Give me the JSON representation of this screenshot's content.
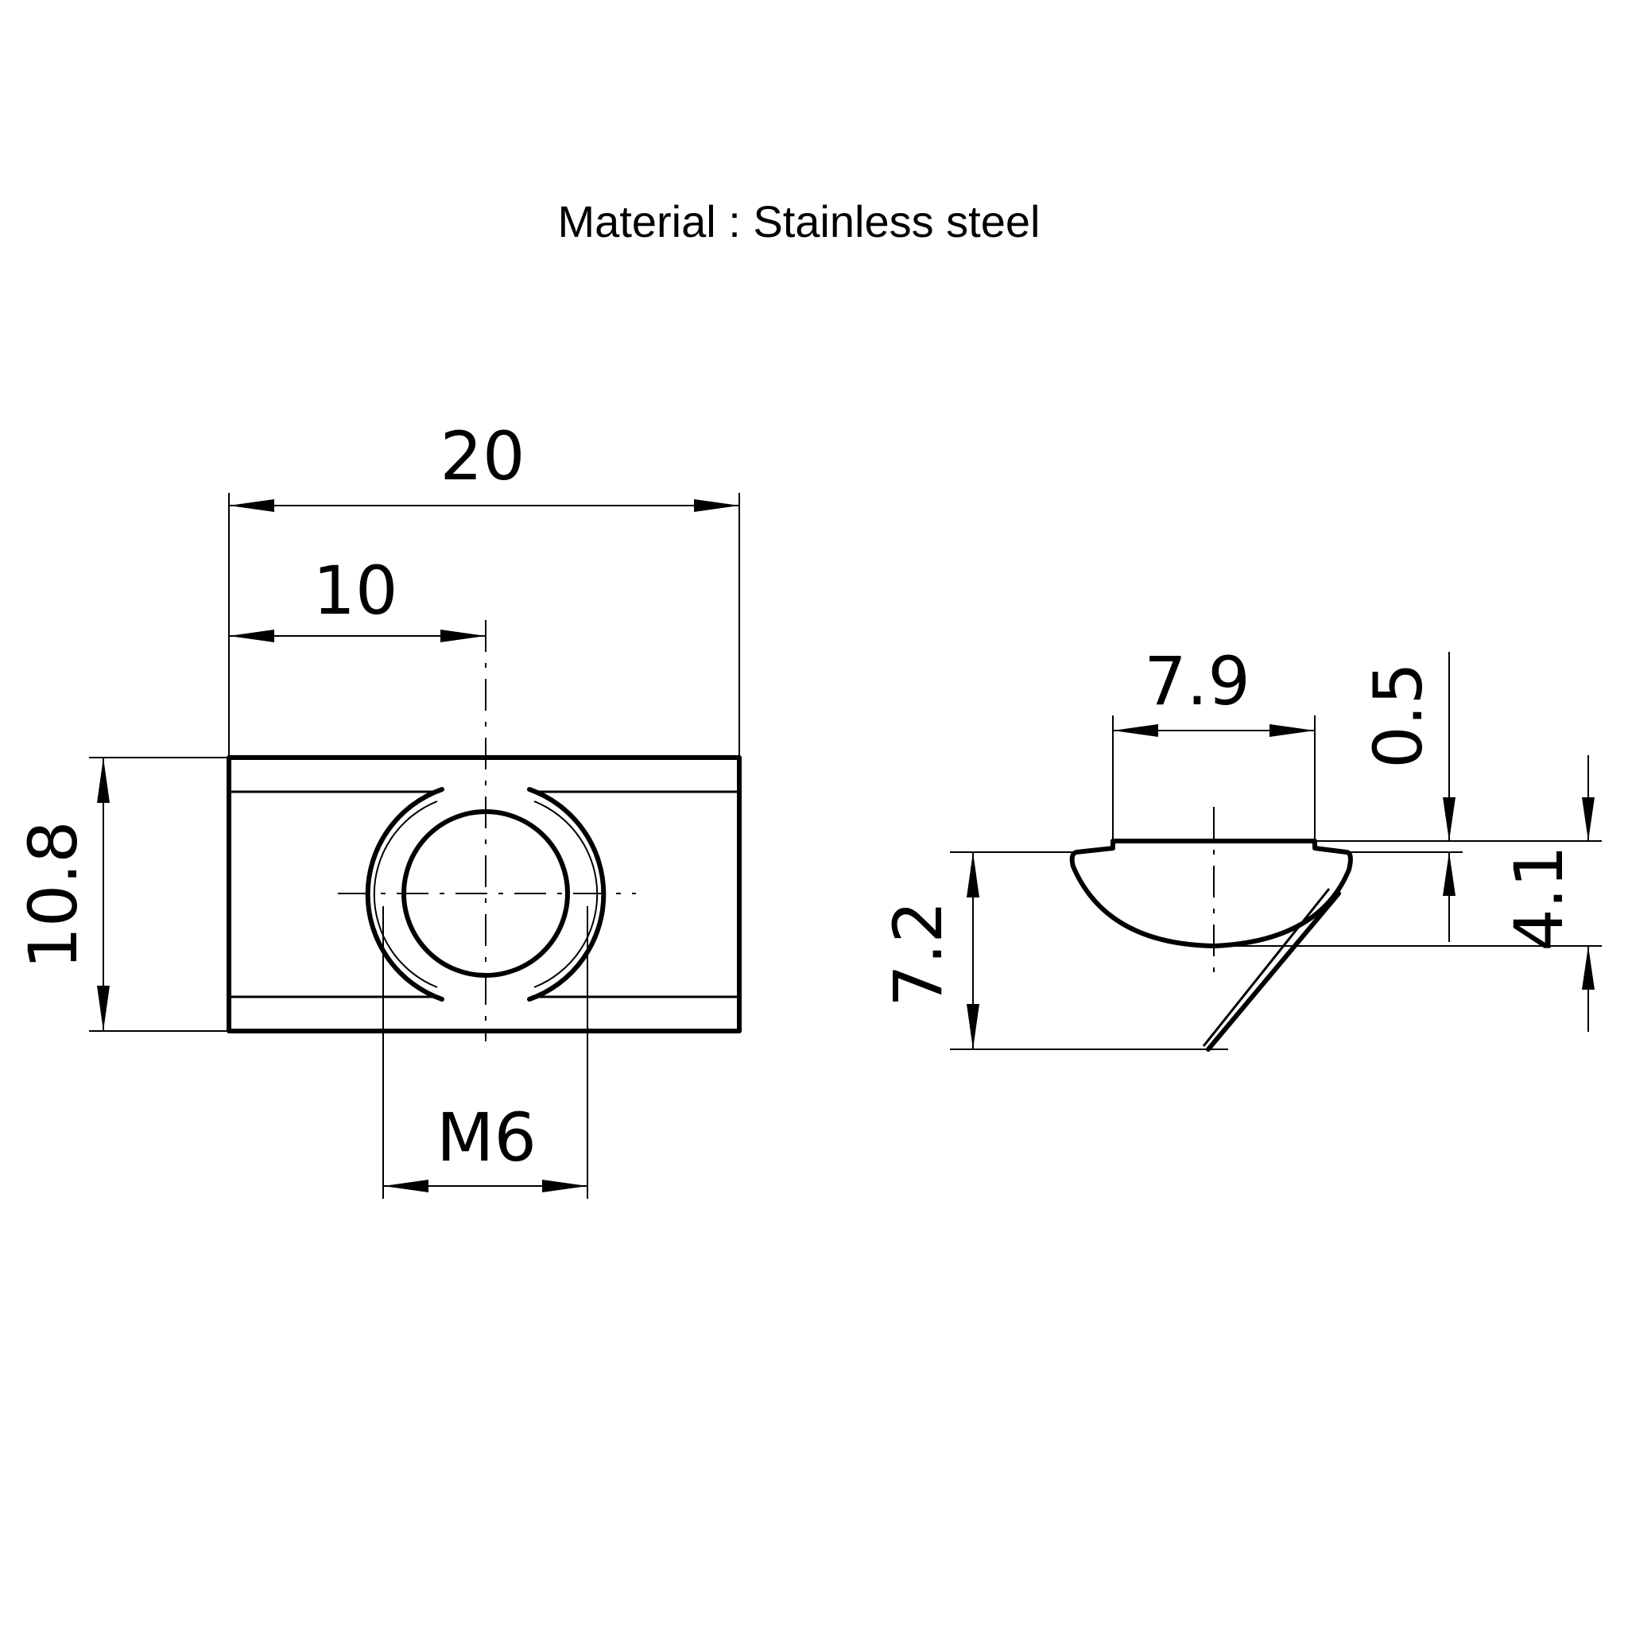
{
  "title": "Material : Stainless steel",
  "front_view": {
    "width_overall": "20",
    "width_to_center": "10",
    "height": "10.8",
    "thread": "M6"
  },
  "side_view": {
    "top_width": "7.9",
    "lip": "0.5",
    "body_height": "4.1",
    "total_height": "7.2"
  }
}
